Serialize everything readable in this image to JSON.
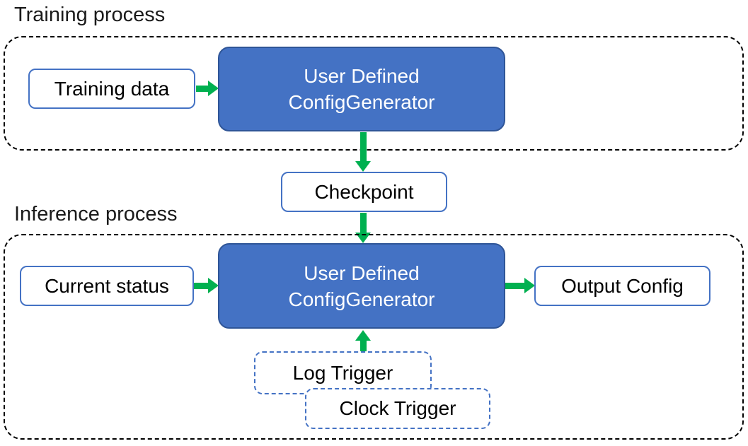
{
  "diagram": {
    "sections": {
      "training": {
        "label": "Training process"
      },
      "inference": {
        "label": "Inference process"
      }
    },
    "nodes": {
      "training_data": "Training data",
      "config_generator_training": {
        "line1": "User Defined",
        "line2": "ConfigGenerator"
      },
      "checkpoint": "Checkpoint",
      "current_status": "Current status",
      "config_generator_inference": {
        "line1": "User Defined",
        "line2": "ConfigGenerator"
      },
      "output_config": "Output Config",
      "log_trigger": "Log Trigger",
      "clock_trigger": "Clock Trigger"
    },
    "colors": {
      "blue_node_fill": "#4472C4",
      "blue_node_border": "#2F5597",
      "light_node_border": "#4472C4",
      "trigger_node_border": "#4472C4",
      "arrow_green": "#00B050",
      "container_border": "#000000",
      "text_dark": "#111111",
      "text_white": "#FFFFFF"
    }
  }
}
